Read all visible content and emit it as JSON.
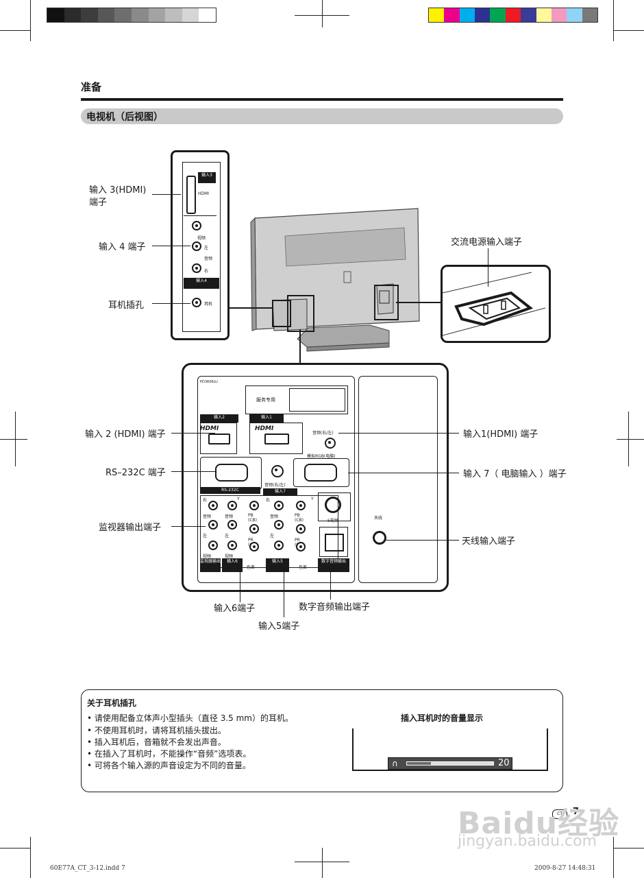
{
  "header": {
    "section": "准备",
    "subsection": "电视机（后视图）"
  },
  "print_marks": {
    "gray_swatches": [
      "#111111",
      "#2b2b2b",
      "#3d3d3d",
      "#575757",
      "#6e6e6e",
      "#8a8a8a",
      "#a3a3a3",
      "#bdbdbd",
      "#d6d6d6",
      "#ffffff"
    ],
    "color_swatches": [
      "#fff200",
      "#ec008c",
      "#00aeef",
      "#2e3192",
      "#00a651",
      "#ed1c24",
      "#3b3b98",
      "#fff799",
      "#f49ac1",
      "#8fd3f5",
      "#7a7a7a"
    ]
  },
  "callouts": {
    "input3": "输入 3(HDMI)",
    "input3_sub": "端子",
    "input4": "输入 4 端子",
    "headphone": "耳机插孔",
    "ac_power": "交流电源输入端子",
    "input2": "输入 2 (HDMI) 端子",
    "rs232": "RS–232C 端子",
    "monitor_out": "监视器输出端子",
    "input1": "输入1(HDMI) 端子",
    "input7": "输入 7（ 电脑输入 ）端子",
    "antenna_in": "天线输入端子",
    "input6": "输入6端子",
    "digital_audio": "数字音频输出端子",
    "input5": "输入5端子"
  },
  "side_panel": {
    "input3_tag": "输入3",
    "hdmi": "HDMI",
    "video": "视频",
    "left": "左",
    "audio": "音频",
    "right": "右",
    "input4_tag": "输入4",
    "headphone": "耳机"
  },
  "rear_panel": {
    "model": "PD3606LU",
    "service": "服务专用",
    "input2_tag": "输入2",
    "input1_tag": "输入1",
    "hdmi_logo": "HDMI",
    "audio_rl": "音频(右/左)",
    "analog_rgb": "模拟RGB(电脑)",
    "audio_rl2": "音频(右/左)",
    "input7_tag": "输入7",
    "rs232_tag": "RS-232C",
    "right": "右",
    "left": "左",
    "audio": "音频",
    "video": "视频",
    "y": "Y",
    "pb": "PB",
    "cb": "(CB)",
    "pr": "PR",
    "cr": "(CR)",
    "svideo": "S视频",
    "monitor_out_tag": "监视器输出",
    "input6_tag": "输入6",
    "component": "色差",
    "input5_tag": "输入5",
    "component2": "色差",
    "digital_out_tag": "数字音频输出",
    "antenna": "天线"
  },
  "note": {
    "title": "关于耳机插孔",
    "bullets": [
      "请使用配备立体声小型插头（直径 3.5 mm）的耳机。",
      "不使用耳机时，请将耳机插头拔出。",
      "插入耳机后，音箱就不会发出声音。",
      "在插入了耳机时，不能操作“音频”选项表。",
      "可将各个输入源的声音设定为不同的音量。"
    ],
    "volume_title": "插入耳机时的音量显示",
    "volume_value": "20",
    "volume_level": 0.28
  },
  "page": {
    "number": "7",
    "file": "60E77A_CT_3-12.indd   7",
    "timestamp": "2009-8-27   14:48:31",
    "watermark": "Baidu经验",
    "watermark_url": "jingyan.baidu.com"
  }
}
